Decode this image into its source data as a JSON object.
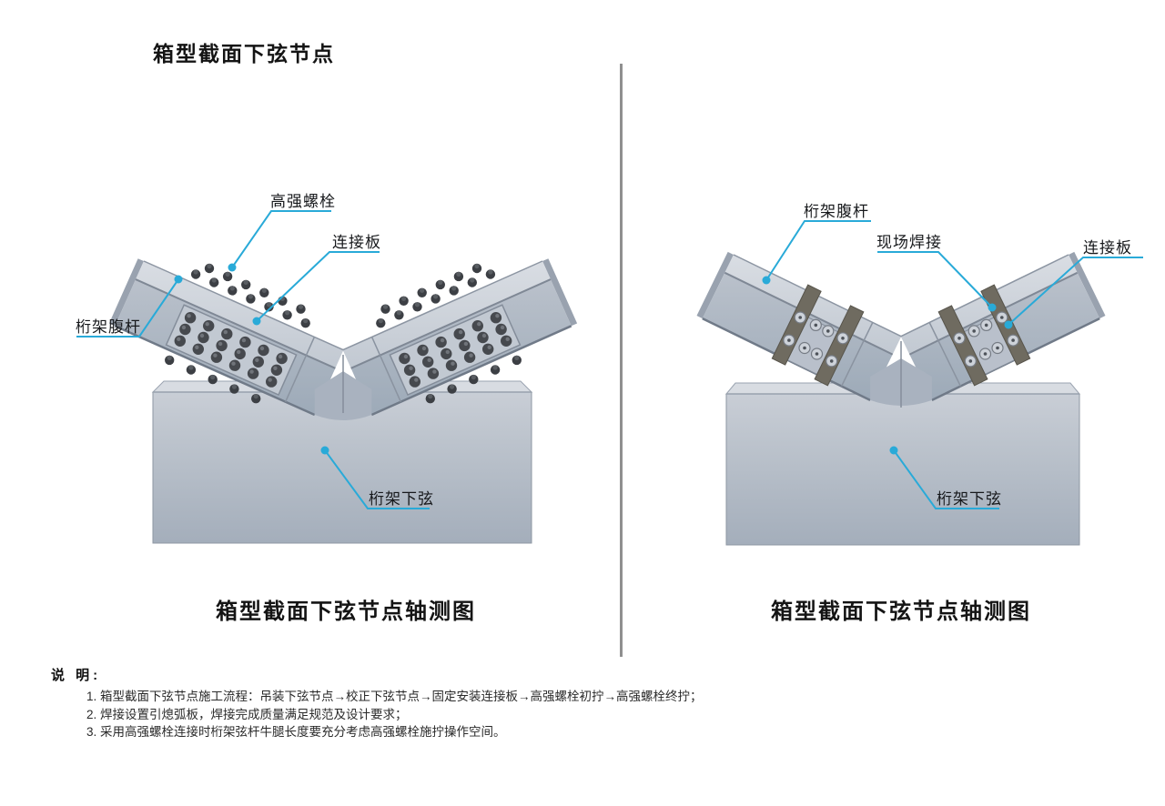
{
  "title": "箱型截面下弦节点",
  "left": {
    "caption": "箱型截面下弦节点轴测图",
    "labels": {
      "bolts": "高强螺栓",
      "plate": "连接板",
      "web": "桁架腹杆",
      "chord": "桁架下弦"
    }
  },
  "right": {
    "caption": "箱型截面下弦节点轴测图",
    "labels": {
      "web": "桁架腹杆",
      "weld": "现场焊接",
      "plate": "连接板",
      "chord": "桁架下弦"
    }
  },
  "notes": {
    "heading": "说 明:",
    "items": [
      "1. 箱型截面下弦节点施工流程：吊装下弦节点→校正下弦节点→固定安装连接板→高强螺栓初拧→高强螺栓终拧；",
      "2. 焊接设置引熄弧板，焊接完成质量满足规范及设计要求；",
      "3. 采用高强螺栓连接时桁架弦杆牛腿长度要充分考虑高强螺栓施拧操作空间。"
    ]
  },
  "colors": {
    "leader": "#29aad8",
    "steel": "#b5bdc9",
    "steel_light": "#d8dce2",
    "steel_dark": "#8e97a3",
    "bolt_dark": "#46494e",
    "weld_band": "#6f6b60",
    "divider": "#8f8f8f",
    "text": "#1a1a1a"
  }
}
